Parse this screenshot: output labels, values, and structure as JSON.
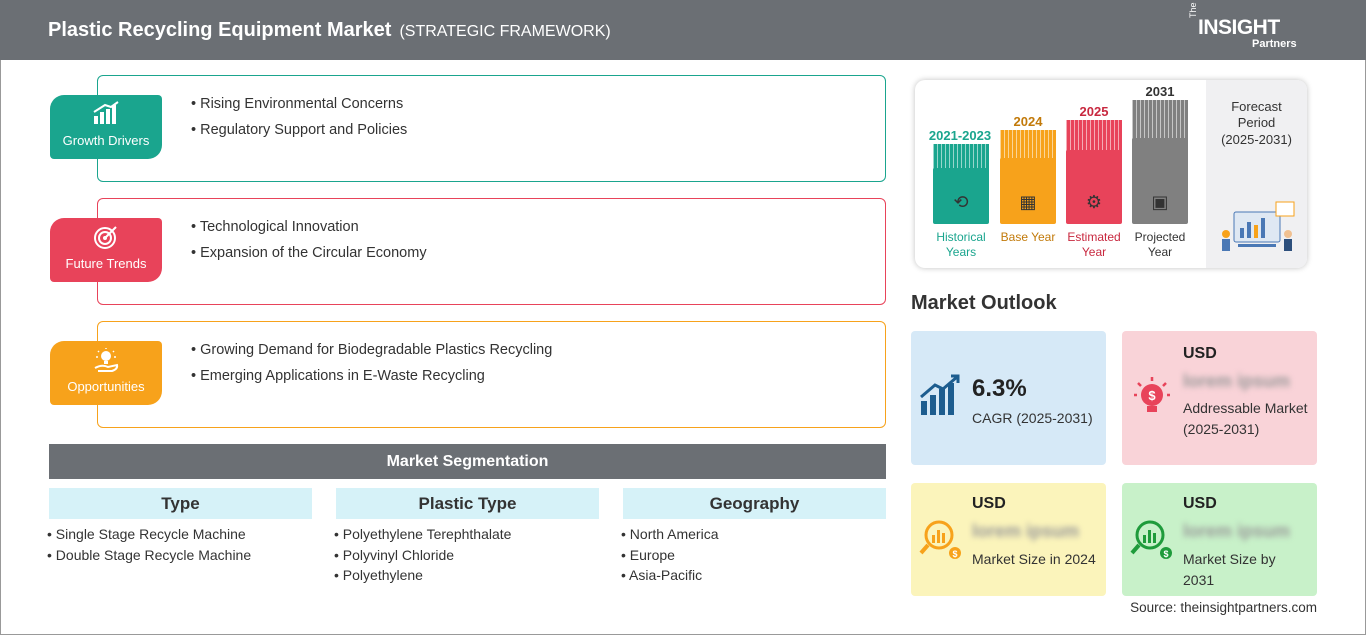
{
  "header": {
    "title": "Plastic Recycling Equipment Market",
    "subtitle": "(STRATEGIC FRAMEWORK)",
    "logo_the": "The",
    "logo_insight": "INSIGHT",
    "logo_partners": "Partners"
  },
  "framework": [
    {
      "label": "Growth Drivers",
      "color": "#1aa58e",
      "icon": "growth-chart-icon",
      "items": [
        "Rising Environmental Concerns",
        "Regulatory Support and Policies"
      ]
    },
    {
      "label": "Future Trends",
      "color": "#e8435a",
      "icon": "target-icon",
      "items": [
        "Technological Innovation",
        "Expansion of the Circular Economy"
      ]
    },
    {
      "label": "Opportunities",
      "color": "#f7a21b",
      "icon": "lightbulb-hand-icon",
      "items": [
        "Growing Demand for Biodegradable Plastics Recycling",
        "Emerging Applications in E-Waste Recycling"
      ]
    }
  ],
  "segmentation": {
    "title": "Market Segmentation",
    "columns": [
      {
        "heading": "Type",
        "items": [
          "Single Stage Recycle Machine",
          "Double Stage Recycle Machine"
        ]
      },
      {
        "heading": "Plastic Type",
        "items": [
          "Polyethylene Terephthalate",
          "Polyvinyl Chloride",
          "Polyethylene"
        ]
      },
      {
        "heading": "Geography",
        "items": [
          "North America",
          "Europe",
          "Asia-Pacific"
        ]
      }
    ]
  },
  "timeline": {
    "bars": [
      {
        "year": "2021-2023",
        "label": "Historical Years",
        "color": "#1aa58e",
        "icon": "history-icon"
      },
      {
        "year": "2024",
        "label": "Base Year",
        "color": "#f7a21b",
        "icon": "calendar-icon"
      },
      {
        "year": "2025",
        "label": "Estimated Year",
        "color": "#e8435a",
        "icon": "gears-chart-icon"
      },
      {
        "year": "2031",
        "label": "Projected Year",
        "color": "#808080",
        "icon": "presentation-icon"
      }
    ],
    "forecast_title": "Forecast Period",
    "forecast_range": "(2025-2031)"
  },
  "outlook": {
    "title": "Market Outlook",
    "cagr": {
      "value": "6.3%",
      "label": "CAGR (2025-2031)",
      "color": "#d6e9f7"
    },
    "addressable": {
      "usd": "USD",
      "value": "lorem ipsum",
      "label": "Addressable Market (2025-2031)",
      "color": "#f9d3d8"
    },
    "size_2024": {
      "usd": "USD",
      "value": "lorem ipsum",
      "label": "Market Size in 2024",
      "color": "#fbf4bb"
    },
    "size_2031": {
      "usd": "USD",
      "value": "lorem ipsum",
      "label": "Market Size by 2031",
      "color": "#c8f1c9"
    }
  },
  "source": "Source: theinsightpartners.com"
}
